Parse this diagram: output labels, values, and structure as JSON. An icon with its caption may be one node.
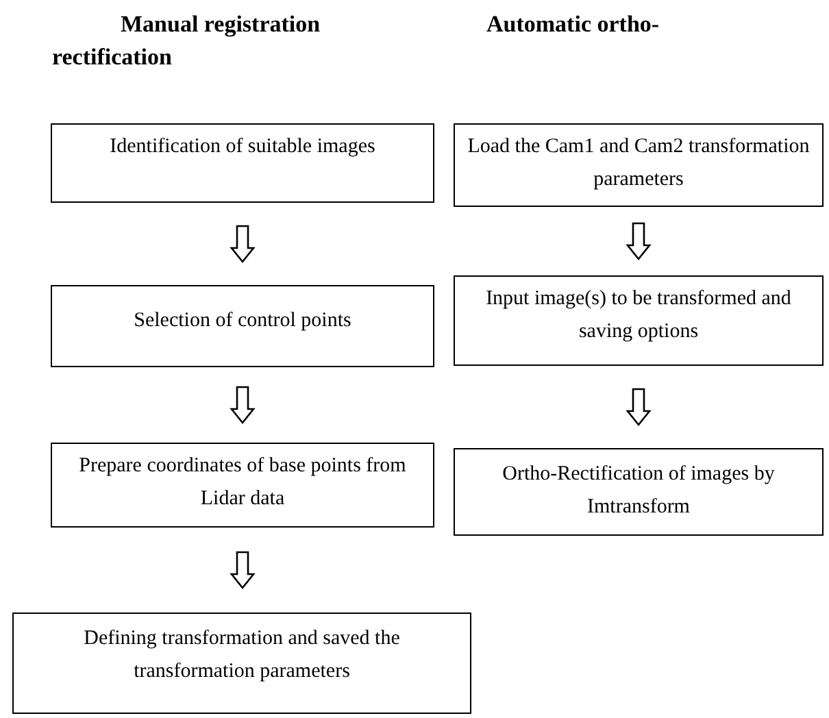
{
  "diagram": {
    "nodes": [
      {
        "text": [
          "Identification of suitable images"
        ]
      },
      {
        "text": [
          "Selection of control points"
        ]
      },
      {
        "text": [
          "Prepare coordinates of base points from Lidar data"
        ]
      },
      {
        "text": [
          "Defining transformation and saved the transformation parameters"
        ]
      },
      {
        "text": [
          "Load the Cam1 and Cam2 transformation parameters"
        ]
      },
      {
        "text": [
          "Input image(s) to be transformed and saving options"
        ]
      },
      {
        "text": [
          "Ortho-Rectification of images by Imtransform"
        ]
      }
    ],
    "edges": [
      {
        "from": 0,
        "to": 1,
        "arrow": "to"
      },
      {
        "from": 1,
        "to": 2,
        "arrow": "to"
      },
      {
        "from": 2,
        "to": 3,
        "arrow": "to"
      },
      {
        "from": 4,
        "to": 5,
        "arrow": "to"
      },
      {
        "from": 5,
        "to": 6,
        "arrow": "to"
      }
    ],
    "labels": [
      "Manual registration rectification",
      "Automatic ortho-"
    ]
  }
}
